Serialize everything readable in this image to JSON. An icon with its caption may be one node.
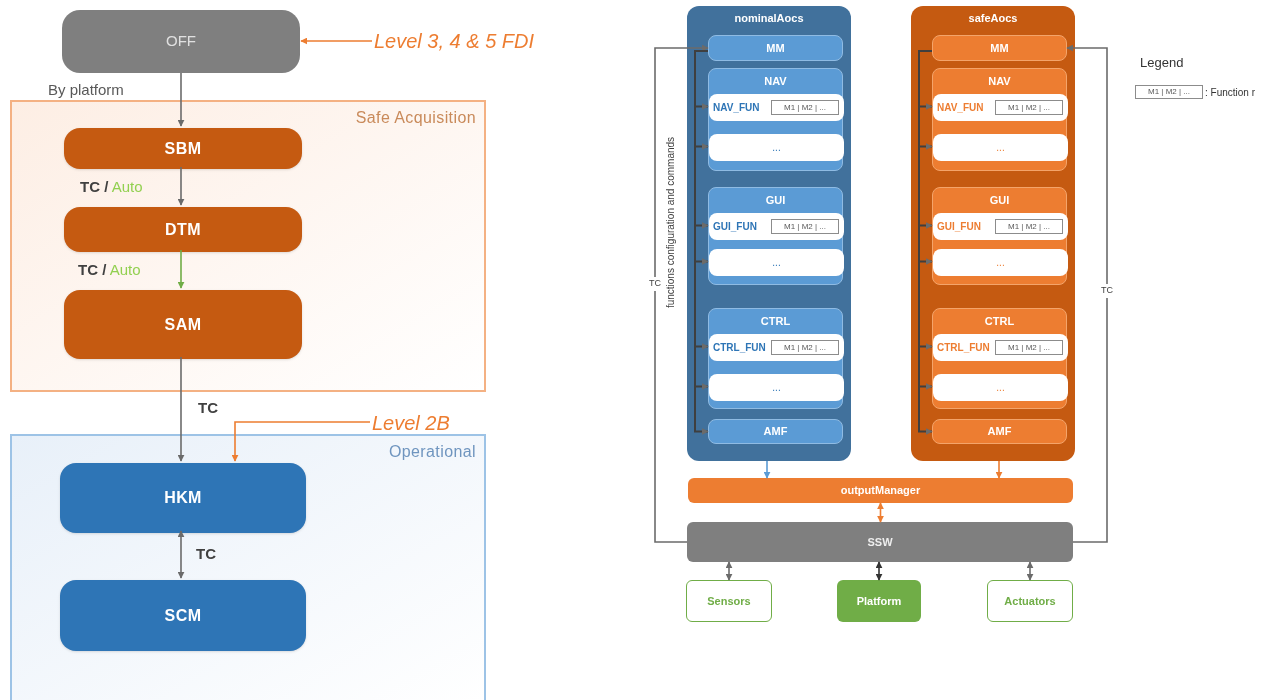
{
  "diagram": {
    "nodes": [
      {
        "text": [
          "OFF"
        ]
      },
      {
        "text": [
          "Safe Acquisition"
        ]
      },
      {
        "text": [
          "SBM"
        ],
        "in": 1
      },
      {
        "text": [
          "DTM"
        ],
        "in": 1
      },
      {
        "text": [
          "SAM"
        ],
        "in": 1
      },
      {
        "text": [
          "Operational"
        ]
      },
      {
        "text": [
          "HKM"
        ],
        "in": 5
      },
      {
        "text": [
          "SCM"
        ],
        "in": 5
      },
      {
        "text": [
          "Level 3, 4 & 5 FDI"
        ]
      },
      {
        "text": [
          "Level 2B"
        ]
      },
      {
        "text": [
          "nominalAocs"
        ]
      },
      {
        "text": [
          "MM"
        ],
        "in": 10
      },
      {
        "text": [
          "NAV"
        ],
        "in": 10
      },
      {
        "text": [
          "NAV_FUN"
        ],
        "in": 12
      },
      {
        "text": [
          "M1 | M2 | ..."
        ],
        "in": 13
      },
      {
        "text": [
          "..."
        ],
        "in": 12
      },
      {
        "text": [
          "GUI"
        ],
        "in": 10
      },
      {
        "text": [
          "GUI_FUN"
        ],
        "in": 16
      },
      {
        "text": [
          "M1 | M2 | ..."
        ],
        "in": 17
      },
      {
        "text": [
          "..."
        ],
        "in": 16
      },
      {
        "text": [
          "CTRL"
        ],
        "in": 10
      },
      {
        "text": [
          "CTRL_FUN"
        ],
        "in": 20
      },
      {
        "text": [
          "M1 | M2 | ..."
        ],
        "in": 21
      },
      {
        "text": [
          "..."
        ],
        "in": 20
      },
      {
        "text": [
          "AMF"
        ],
        "in": 10
      },
      {
        "text": [
          "safeAocs"
        ]
      },
      {
        "text": [
          "MM"
        ],
        "in": 25
      },
      {
        "text": [
          "NAV"
        ],
        "in": 25
      },
      {
        "text": [
          "NAV_FUN"
        ],
        "in": 27
      },
      {
        "text": [
          "M1 | M2 | ..."
        ],
        "in": 28
      },
      {
        "text": [
          "..."
        ],
        "in": 27
      },
      {
        "text": [
          "GUI"
        ],
        "in": 25
      },
      {
        "text": [
          "GUI_FUN"
        ],
        "in": 31
      },
      {
        "text": [
          "M1 | M2 | ..."
        ],
        "in": 32
      },
      {
        "text": [
          "..."
        ],
        "in": 31
      },
      {
        "text": [
          "CTRL"
        ],
        "in": 25
      },
      {
        "text": [
          "CTRL_FUN"
        ],
        "in": 35
      },
      {
        "text": [
          "M1 | M2 | ..."
        ],
        "in": 36
      },
      {
        "text": [
          "..."
        ],
        "in": 35
      },
      {
        "text": [
          "AMF"
        ],
        "in": 25
      },
      {
        "text": [
          "outputManager"
        ]
      },
      {
        "text": [
          "SSW"
        ]
      },
      {
        "text": [
          "Sensors"
        ]
      },
      {
        "text": [
          "Platform"
        ]
      },
      {
        "text": [
          "Actuators"
        ]
      }
    ],
    "edges": [
      {
        "from": 0,
        "to": 2,
        "arrow": "to",
        "label": "By platform"
      },
      {
        "from": 2,
        "to": 3,
        "arrow": "to",
        "label": "TC / Auto"
      },
      {
        "from": 3,
        "to": 4,
        "arrow": "to",
        "label": "TC / Auto",
        "color": "#70ad47"
      },
      {
        "from": 4,
        "to": 6,
        "arrow": "to",
        "label": "TC"
      },
      {
        "from": 8,
        "to": 0,
        "arrow": "to",
        "color": "#ed7d31"
      },
      {
        "from": 9,
        "to": 6,
        "arrow": "to",
        "color": "#ed7d31"
      },
      {
        "from": 6,
        "to": 7,
        "arrow": "both",
        "label": "TC"
      },
      {
        "from": 41,
        "to": 11,
        "arrow": "to",
        "label": "TC"
      },
      {
        "from": 11,
        "to": 13,
        "arrow": "to"
      },
      {
        "from": 11,
        "to": 15,
        "arrow": "to"
      },
      {
        "from": 11,
        "to": 17,
        "arrow": "to"
      },
      {
        "from": 11,
        "to": 19,
        "arrow": "to"
      },
      {
        "from": 11,
        "to": 21,
        "arrow": "to"
      },
      {
        "from": 11,
        "to": 23,
        "arrow": "to"
      },
      {
        "from": 11,
        "to": 24,
        "arrow": "to"
      },
      {
        "from": 41,
        "to": 26,
        "arrow": "to",
        "label": "TC"
      },
      {
        "from": 26,
        "to": 28,
        "arrow": "to"
      },
      {
        "from": 26,
        "to": 30,
        "arrow": "to"
      },
      {
        "from": 26,
        "to": 32,
        "arrow": "to"
      },
      {
        "from": 26,
        "to": 34,
        "arrow": "to"
      },
      {
        "from": 26,
        "to": 36,
        "arrow": "to"
      },
      {
        "from": 26,
        "to": 38,
        "arrow": "to"
      },
      {
        "from": 26,
        "to": 39,
        "arrow": "to"
      },
      {
        "from": 10,
        "to": 40,
        "arrow": "to",
        "color": "#5b9bd5"
      },
      {
        "from": 25,
        "to": 40,
        "arrow": "to",
        "color": "#ed7d31"
      },
      {
        "from": 40,
        "to": 41,
        "arrow": "both",
        "color": "#ed7d31"
      },
      {
        "from": 41,
        "to": 42,
        "arrow": "both"
      },
      {
        "from": 41,
        "to": 43,
        "arrow": "both",
        "color": "#333333"
      },
      {
        "from": 41,
        "to": 44,
        "arrow": "both"
      }
    ],
    "labels": [
      "functions configuration and commands",
      "Legend",
      "M1 | M2 | ..."
    ],
    "legend": [
      {
        "text": ": Function r"
      }
    ]
  }
}
